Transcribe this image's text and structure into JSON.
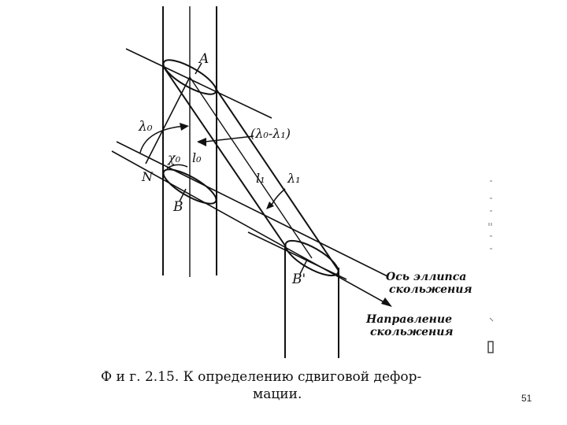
{
  "figure": {
    "labels": {
      "A": "A",
      "lambda0": "λ₀",
      "lambda_diff": "(λ₀-λ₁)",
      "chi0": "χ₀",
      "l0": "l₀",
      "N": "N",
      "B": "B",
      "l1": "l₁",
      "lambda1": "λ₁",
      "B_prime": "B'",
      "axis_line1": "Ось эллипса",
      "axis_line2": "скольжения",
      "dir_line1": "Направление",
      "dir_line2": "скольжения"
    },
    "caption_line1": "Ф и г.  2.15.  К определению сдвиговой дефор-",
    "caption_line2": "мации."
  },
  "page_number": "51"
}
